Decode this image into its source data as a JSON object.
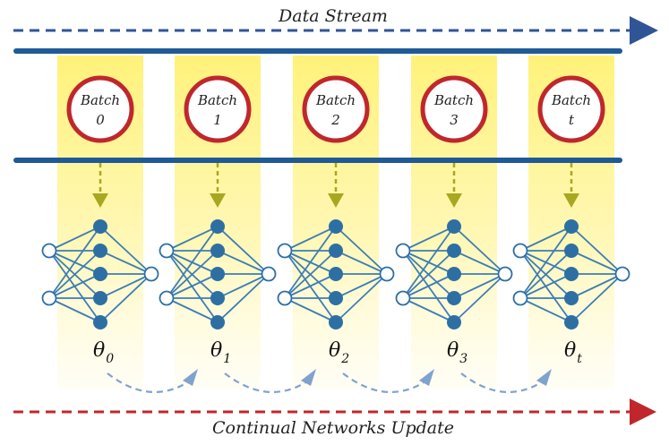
{
  "top_label": "Data Stream",
  "bottom_label": "Continual Networks Update",
  "batches": [
    {
      "line1": "Batch",
      "line2": "0",
      "line2_italic": false
    },
    {
      "line1": "Batch",
      "line2": "1",
      "line2_italic": false
    },
    {
      "line1": "Batch",
      "line2": "2",
      "line2_italic": false
    },
    {
      "line1": "Batch",
      "line2": "3",
      "line2_italic": false
    },
    {
      "line1": "Batch",
      "line2": "t",
      "line2_italic": true
    }
  ],
  "thetas": [
    {
      "symbol": "θ",
      "subscript": "0",
      "sub_italic": false
    },
    {
      "symbol": "θ",
      "subscript": "1",
      "sub_italic": false
    },
    {
      "symbol": "θ",
      "subscript": "2",
      "sub_italic": false
    },
    {
      "symbol": "θ",
      "subscript": "3",
      "sub_italic": false
    },
    {
      "symbol": "θ",
      "subscript": "t",
      "sub_italic": true
    }
  ],
  "network": {
    "input_nodes": 2,
    "hidden_nodes": 5,
    "output_nodes": 1
  },
  "colors": {
    "stream_blue": "#2F5597",
    "bar_blue": "#1F5A96",
    "update_red": "#C0272D",
    "batch_ring": "#C0272D",
    "highlight_yellow": "#FFF27A",
    "down_arrow": "#A8A820",
    "node_blue": "#2E6FA3",
    "edge_blue": "#3C7DB5",
    "curve_arrow": "#7FA3CF"
  }
}
